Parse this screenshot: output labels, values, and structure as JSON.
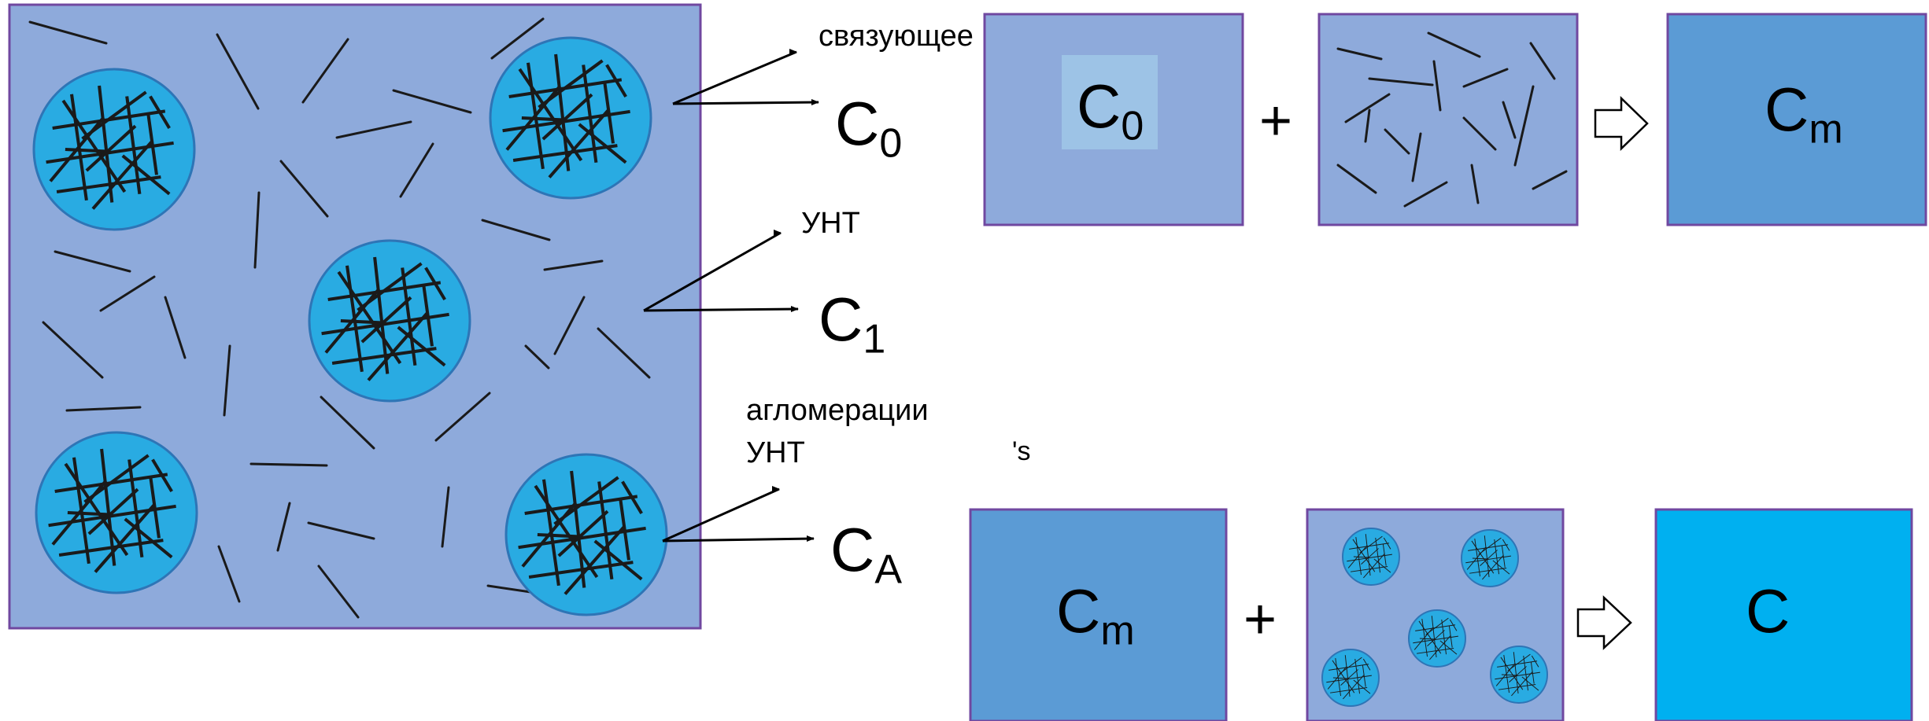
{
  "labels": {
    "binder": "связующее",
    "cnt": "УНТ",
    "agglomerations_line1": "агломерации",
    "agglomerations_line2": "УНТ",
    "stray_mark": "'s"
  },
  "symbols": {
    "c0": {
      "base": "C",
      "sub": "0"
    },
    "c1": {
      "base": "C",
      "sub": "1"
    },
    "ca": {
      "base": "C",
      "sub": "A"
    },
    "cm": {
      "base": "C",
      "sub": "m"
    },
    "c": {
      "base": "C"
    }
  },
  "operators": {
    "plus": "+"
  },
  "colors": {
    "matrix": "#8eaadb",
    "matrix_border": "#7048a0",
    "inner_highlight": "#9dc3e6",
    "cm_fill": "#5b9bd5",
    "c_fill": "#00b0f0",
    "agglomerate": "#29abe2",
    "agglomerate_border": "#2e75b6",
    "fibre": "#1a1a1a"
  }
}
